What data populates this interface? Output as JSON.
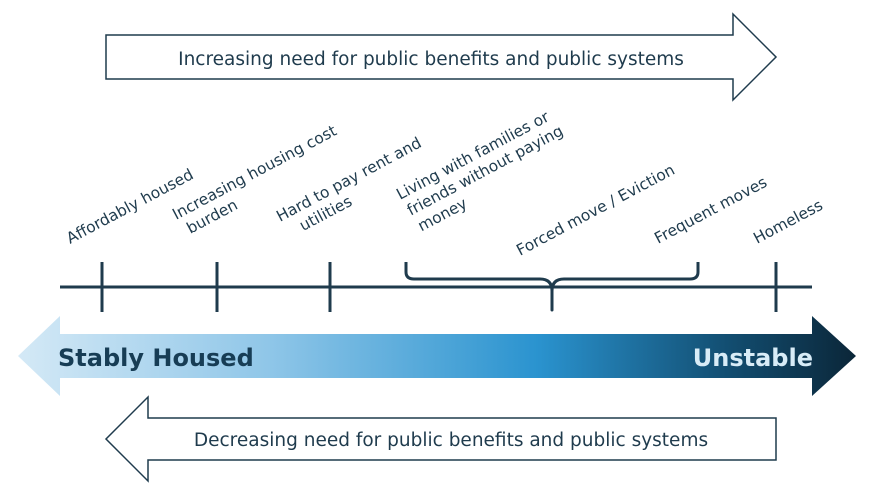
{
  "top_arrow": {
    "label": "Increasing need for public benefits and public systems"
  },
  "bottom_arrow": {
    "label": "Decreasing need for public benefits and public systems"
  },
  "spectrum": {
    "left_label": "Stably Housed",
    "right_label": "Unstable"
  },
  "stages": [
    {
      "lines": [
        "Affordably housed"
      ]
    },
    {
      "lines": [
        "Increasing housing cost",
        "burden"
      ]
    },
    {
      "lines": [
        "Hard to pay rent and",
        "utilities"
      ]
    },
    {
      "lines": [
        "Living with families or",
        "friends without paying",
        "money"
      ]
    },
    {
      "lines": [
        "Forced move / Eviction"
      ]
    },
    {
      "lines": [
        "Frequent moves"
      ]
    },
    {
      "lines": [
        "Homeless"
      ]
    }
  ],
  "colors": {
    "ink": "#1f3b4d",
    "gradient_light": "#cfe6f4",
    "gradient_mid": "#2e98d2",
    "gradient_dark": "#0c2d40"
  }
}
